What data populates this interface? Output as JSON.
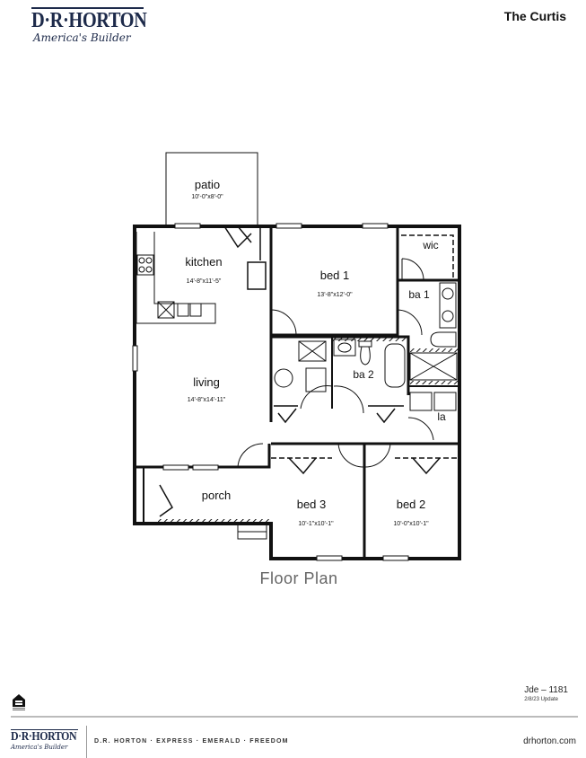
{
  "header": {
    "brand": "D·R·HORTON",
    "tagline": "America's Builder",
    "plan_name": "The Curtis"
  },
  "rooms": {
    "patio": {
      "name": "patio",
      "dims": "10'-0\"x8'-0\""
    },
    "kitchen": {
      "name": "kitchen",
      "dims": "14'-8\"x11'-5\""
    },
    "bed1": {
      "name": "bed 1",
      "dims": "13'-8\"x12'-0\""
    },
    "wic": {
      "name": "wic"
    },
    "ba1": {
      "name": "ba 1"
    },
    "living": {
      "name": "living",
      "dims": "14'-8\"x14'-11\""
    },
    "ba2": {
      "name": "ba 2"
    },
    "la": {
      "name": "la"
    },
    "porch": {
      "name": "porch"
    },
    "bed3": {
      "name": "bed 3",
      "dims": "10'-1\"x10'-1\""
    },
    "bed2": {
      "name": "bed 2",
      "dims": "10'-0\"x10'-1\""
    }
  },
  "plan_caption": "Floor Plan",
  "meta": {
    "code": "Jde – 1181",
    "update": "2/8/23 Update"
  },
  "footer": {
    "brand": "D·R·HORTON",
    "tagline": "America's Builder",
    "brands_line": "D.R. HORTON · EXPRESS · EMERALD · FREEDOM",
    "website": "drhorton.com",
    "eho_icon": "equal-housing-icon"
  }
}
